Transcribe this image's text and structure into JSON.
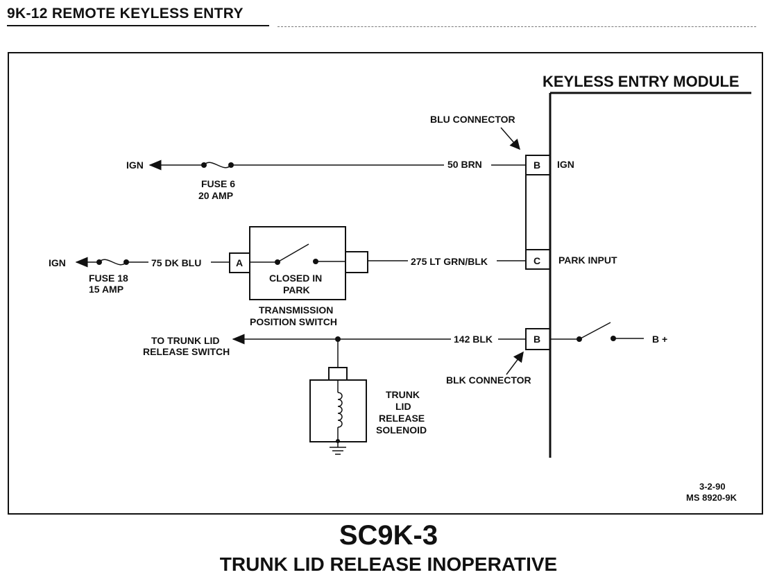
{
  "header": {
    "title": "9K-12  REMOTE KEYLESS ENTRY"
  },
  "module": {
    "title": "KEYLESS ENTRY MODULE",
    "pin_ign": "IGN",
    "pin_park": "PARK INPUT"
  },
  "connectors": {
    "blu": "BLU CONNECTOR",
    "blk": "BLK CONNECTOR",
    "pin_b1": "B",
    "pin_c": "C",
    "pin_b2": "B",
    "pin_a": "A"
  },
  "wires": {
    "brn": "50 BRN",
    "dk_blu": "75 DK BLU",
    "lt_grn_blk": "275 LT GRN/BLK",
    "blk": "142 BLK"
  },
  "sources": {
    "ign_top": "IGN",
    "ign_mid": "IGN",
    "b_plus": "B +"
  },
  "fuses": {
    "fuse6_name": "FUSE 6",
    "fuse6_rating": "20 AMP",
    "fuse18_name": "FUSE 18",
    "fuse18_rating": "15 AMP"
  },
  "switch": {
    "state_line1": "CLOSED IN",
    "state_line2": "PARK",
    "name_line1": "TRANSMISSION",
    "name_line2": "POSITION SWITCH"
  },
  "trunk_switch": {
    "line1": "TO TRUNK LID",
    "line2": "RELEASE SWITCH"
  },
  "solenoid": {
    "line1": "TRUNK",
    "line2": "LID",
    "line3": "RELEASE",
    "line4": "SOLENOID"
  },
  "stamp": {
    "date": "3-2-90",
    "ref": "MS 8920-9K"
  },
  "footer": {
    "code": "SC9K-3",
    "title": "TRUNK LID RELEASE INOPERATIVE"
  }
}
